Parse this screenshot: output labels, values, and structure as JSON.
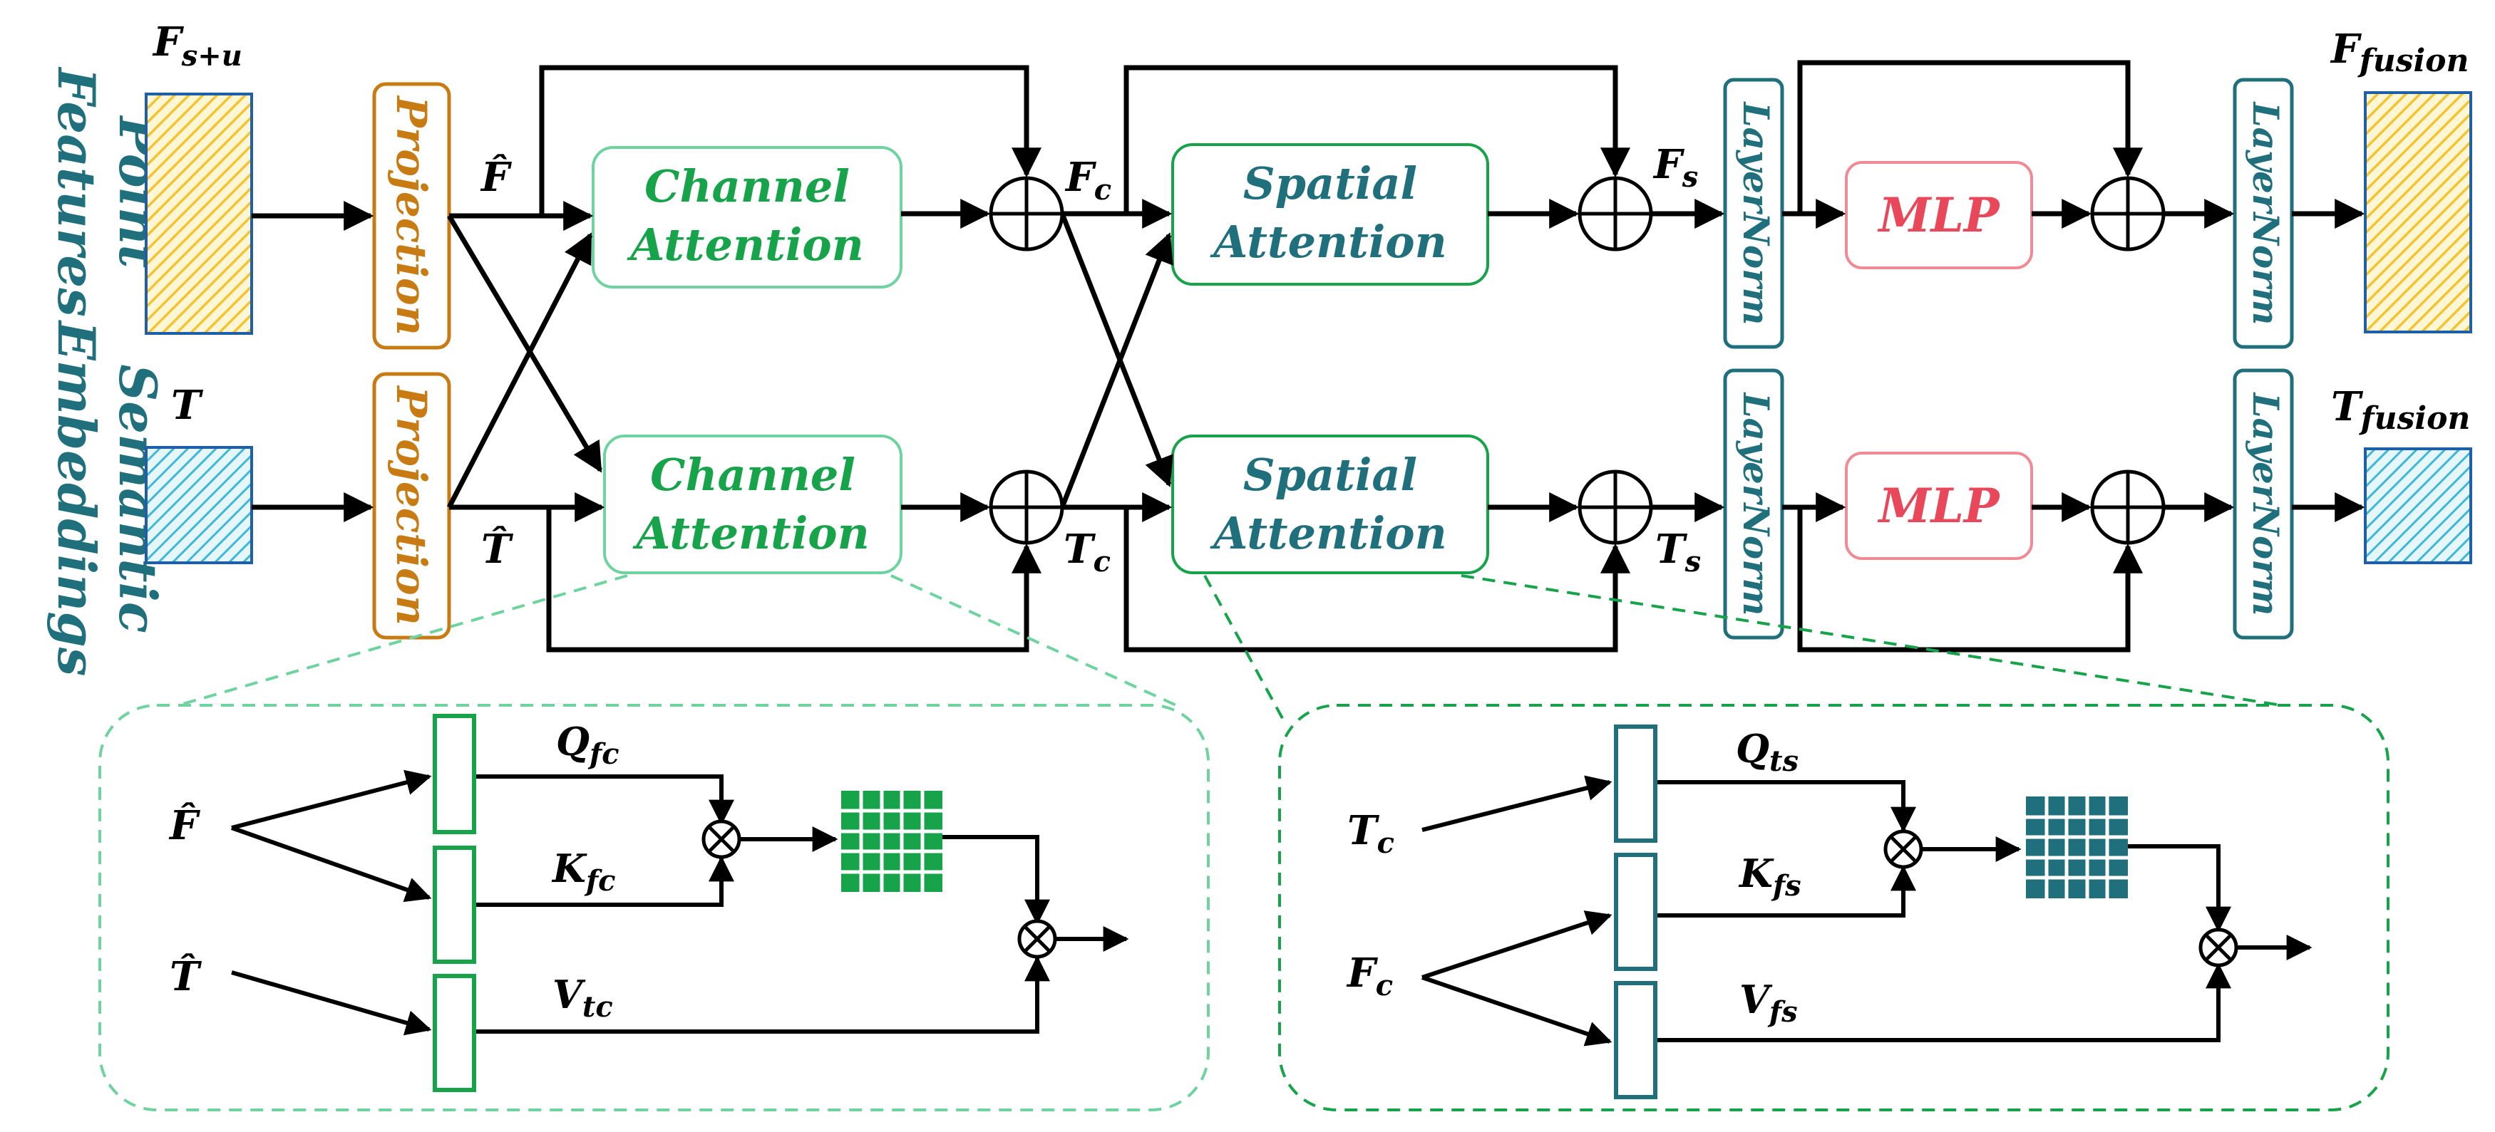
{
  "colors": {
    "teal": "#1f6f7c",
    "orange": "#c77b12",
    "green": "#16a34a",
    "light_green": "#6fd3a0",
    "pink": "#f08a95",
    "mlp_text": "#e8485a",
    "yellow_fill": "#f4c430",
    "blue_fill": "#3fb7d6",
    "line": "#000000"
  },
  "side_labels": {
    "point_features": [
      "Point",
      "Features"
    ],
    "semantic_embeddings": [
      "Semantic",
      "Embeddings"
    ]
  },
  "inputs": {
    "top": {
      "main": "F",
      "sub": "s+u"
    },
    "bottom": {
      "main": "T",
      "sub": ""
    }
  },
  "outputs": {
    "top": {
      "main": "F",
      "sub": "fusion"
    },
    "bottom": {
      "main": "T",
      "sub": "fusion"
    }
  },
  "projection": "Projection",
  "channel_attention": [
    "Channel",
    "Attention"
  ],
  "spatial_attention": [
    "Spatial",
    "Attention"
  ],
  "layernorm": "LayerNorm",
  "mlp": "MLP",
  "flow_labels": {
    "f_hat": "F̂",
    "t_hat": "T̂",
    "fc": {
      "main": "F",
      "sub": "c"
    },
    "tc": {
      "main": "T",
      "sub": "c"
    },
    "fs": {
      "main": "F",
      "sub": "s"
    },
    "ts": {
      "main": "T",
      "sub": "s"
    }
  },
  "detail_channel": {
    "input_f": "F̂",
    "input_t": "T̂",
    "q": {
      "main": "Q",
      "sub": "fc"
    },
    "k": {
      "main": "K",
      "sub": "fc"
    },
    "v": {
      "main": "V",
      "sub": "tc"
    }
  },
  "detail_spatial": {
    "input_t": {
      "main": "T",
      "sub": "c"
    },
    "input_f": {
      "main": "F",
      "sub": "c"
    },
    "q": {
      "main": "Q",
      "sub": "ts"
    },
    "k": {
      "main": "K",
      "sub": "fs"
    },
    "v": {
      "main": "V",
      "sub": "fs"
    }
  }
}
